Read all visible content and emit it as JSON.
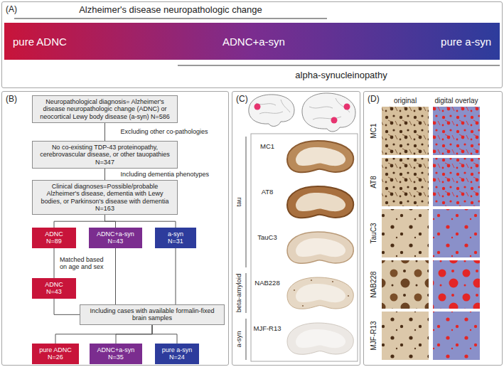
{
  "diagram": {
    "nodes": [
      {
        "text": [
          "(A)"
        ]
      },
      {
        "text": [
          "pure ADNC",
          "ADNC+a-syn",
          "pure a-syn"
        ],
        "in": 0
      },
      {
        "text": [
          "(B)"
        ]
      },
      {
        "text": [
          "Neuropathological diagnosis= Alzheimer's disease neuropathologic change (ADNC) or neocortical Lewy body disease (a-syn) N=586"
        ],
        "in": 2
      },
      {
        "text": [
          "No co-existing TDP-43 proteinopathy, cerebrovascular disease, or other tauopathies N=347"
        ],
        "in": 2
      },
      {
        "text": [
          "Clinical diagnoses=Possible/probable Alzheimer's disease, dementia with Lewy bodies, or Parkinson's disease with dementia N=163"
        ],
        "in": 2
      },
      {
        "text": [
          "ADNC",
          "N=89"
        ],
        "in": 2
      },
      {
        "text": [
          "ADNC+a-syn",
          "N=43"
        ],
        "in": 2
      },
      {
        "text": [
          "a-syn",
          "N=31"
        ],
        "in": 2
      },
      {
        "text": [
          "ADNC",
          "N=43"
        ],
        "in": 2
      },
      {
        "text": [
          "Including cases with available formalin-fixed brain samples"
        ],
        "in": 2
      },
      {
        "text": [
          "pure ADNC",
          "N=26"
        ],
        "in": 2
      },
      {
        "text": [
          "ADNC+a-syn",
          "N=35"
        ],
        "in": 2
      },
      {
        "text": [
          "pure a-syn",
          "N=24"
        ],
        "in": 2
      },
      {
        "text": [
          "(C)"
        ]
      },
      {
        "text": [
          "(D)"
        ]
      }
    ],
    "edges": [
      {
        "from": 3,
        "to": 4,
        "arrow": "none",
        "label": "Excluding other co-pathologies"
      },
      {
        "from": 4,
        "to": 5,
        "arrow": "none",
        "label": "Including dementia phenotypes"
      },
      {
        "from": 5,
        "to": 6,
        "arrow": "none"
      },
      {
        "from": 5,
        "to": 7,
        "arrow": "none"
      },
      {
        "from": 5,
        "to": 8,
        "arrow": "none"
      },
      {
        "from": 6,
        "to": 9,
        "arrow": "none",
        "label": "Matched based on age and sex"
      },
      {
        "from": 9,
        "to": 10,
        "arrow": "none"
      },
      {
        "from": 7,
        "to": 10,
        "arrow": "none"
      },
      {
        "from": 8,
        "to": 10,
        "arrow": "none"
      },
      {
        "from": 10,
        "to": 11,
        "arrow": "none"
      },
      {
        "from": 10,
        "to": 12,
        "arrow": "none"
      },
      {
        "from": 10,
        "to": 13,
        "arrow": "none"
      }
    ],
    "labels": [
      "Alzheimer's disease neuropathologic change",
      "alpha-synucleinopathy",
      "tau",
      "beta-amyloid",
      "a-syn",
      "MC1",
      "AT8",
      "TauC3",
      "NAB228",
      "MJF-R13",
      "original",
      "digital overlay",
      "MC1",
      "AT8",
      "TauC3",
      "NAB228",
      "MJF-R13"
    ]
  }
}
